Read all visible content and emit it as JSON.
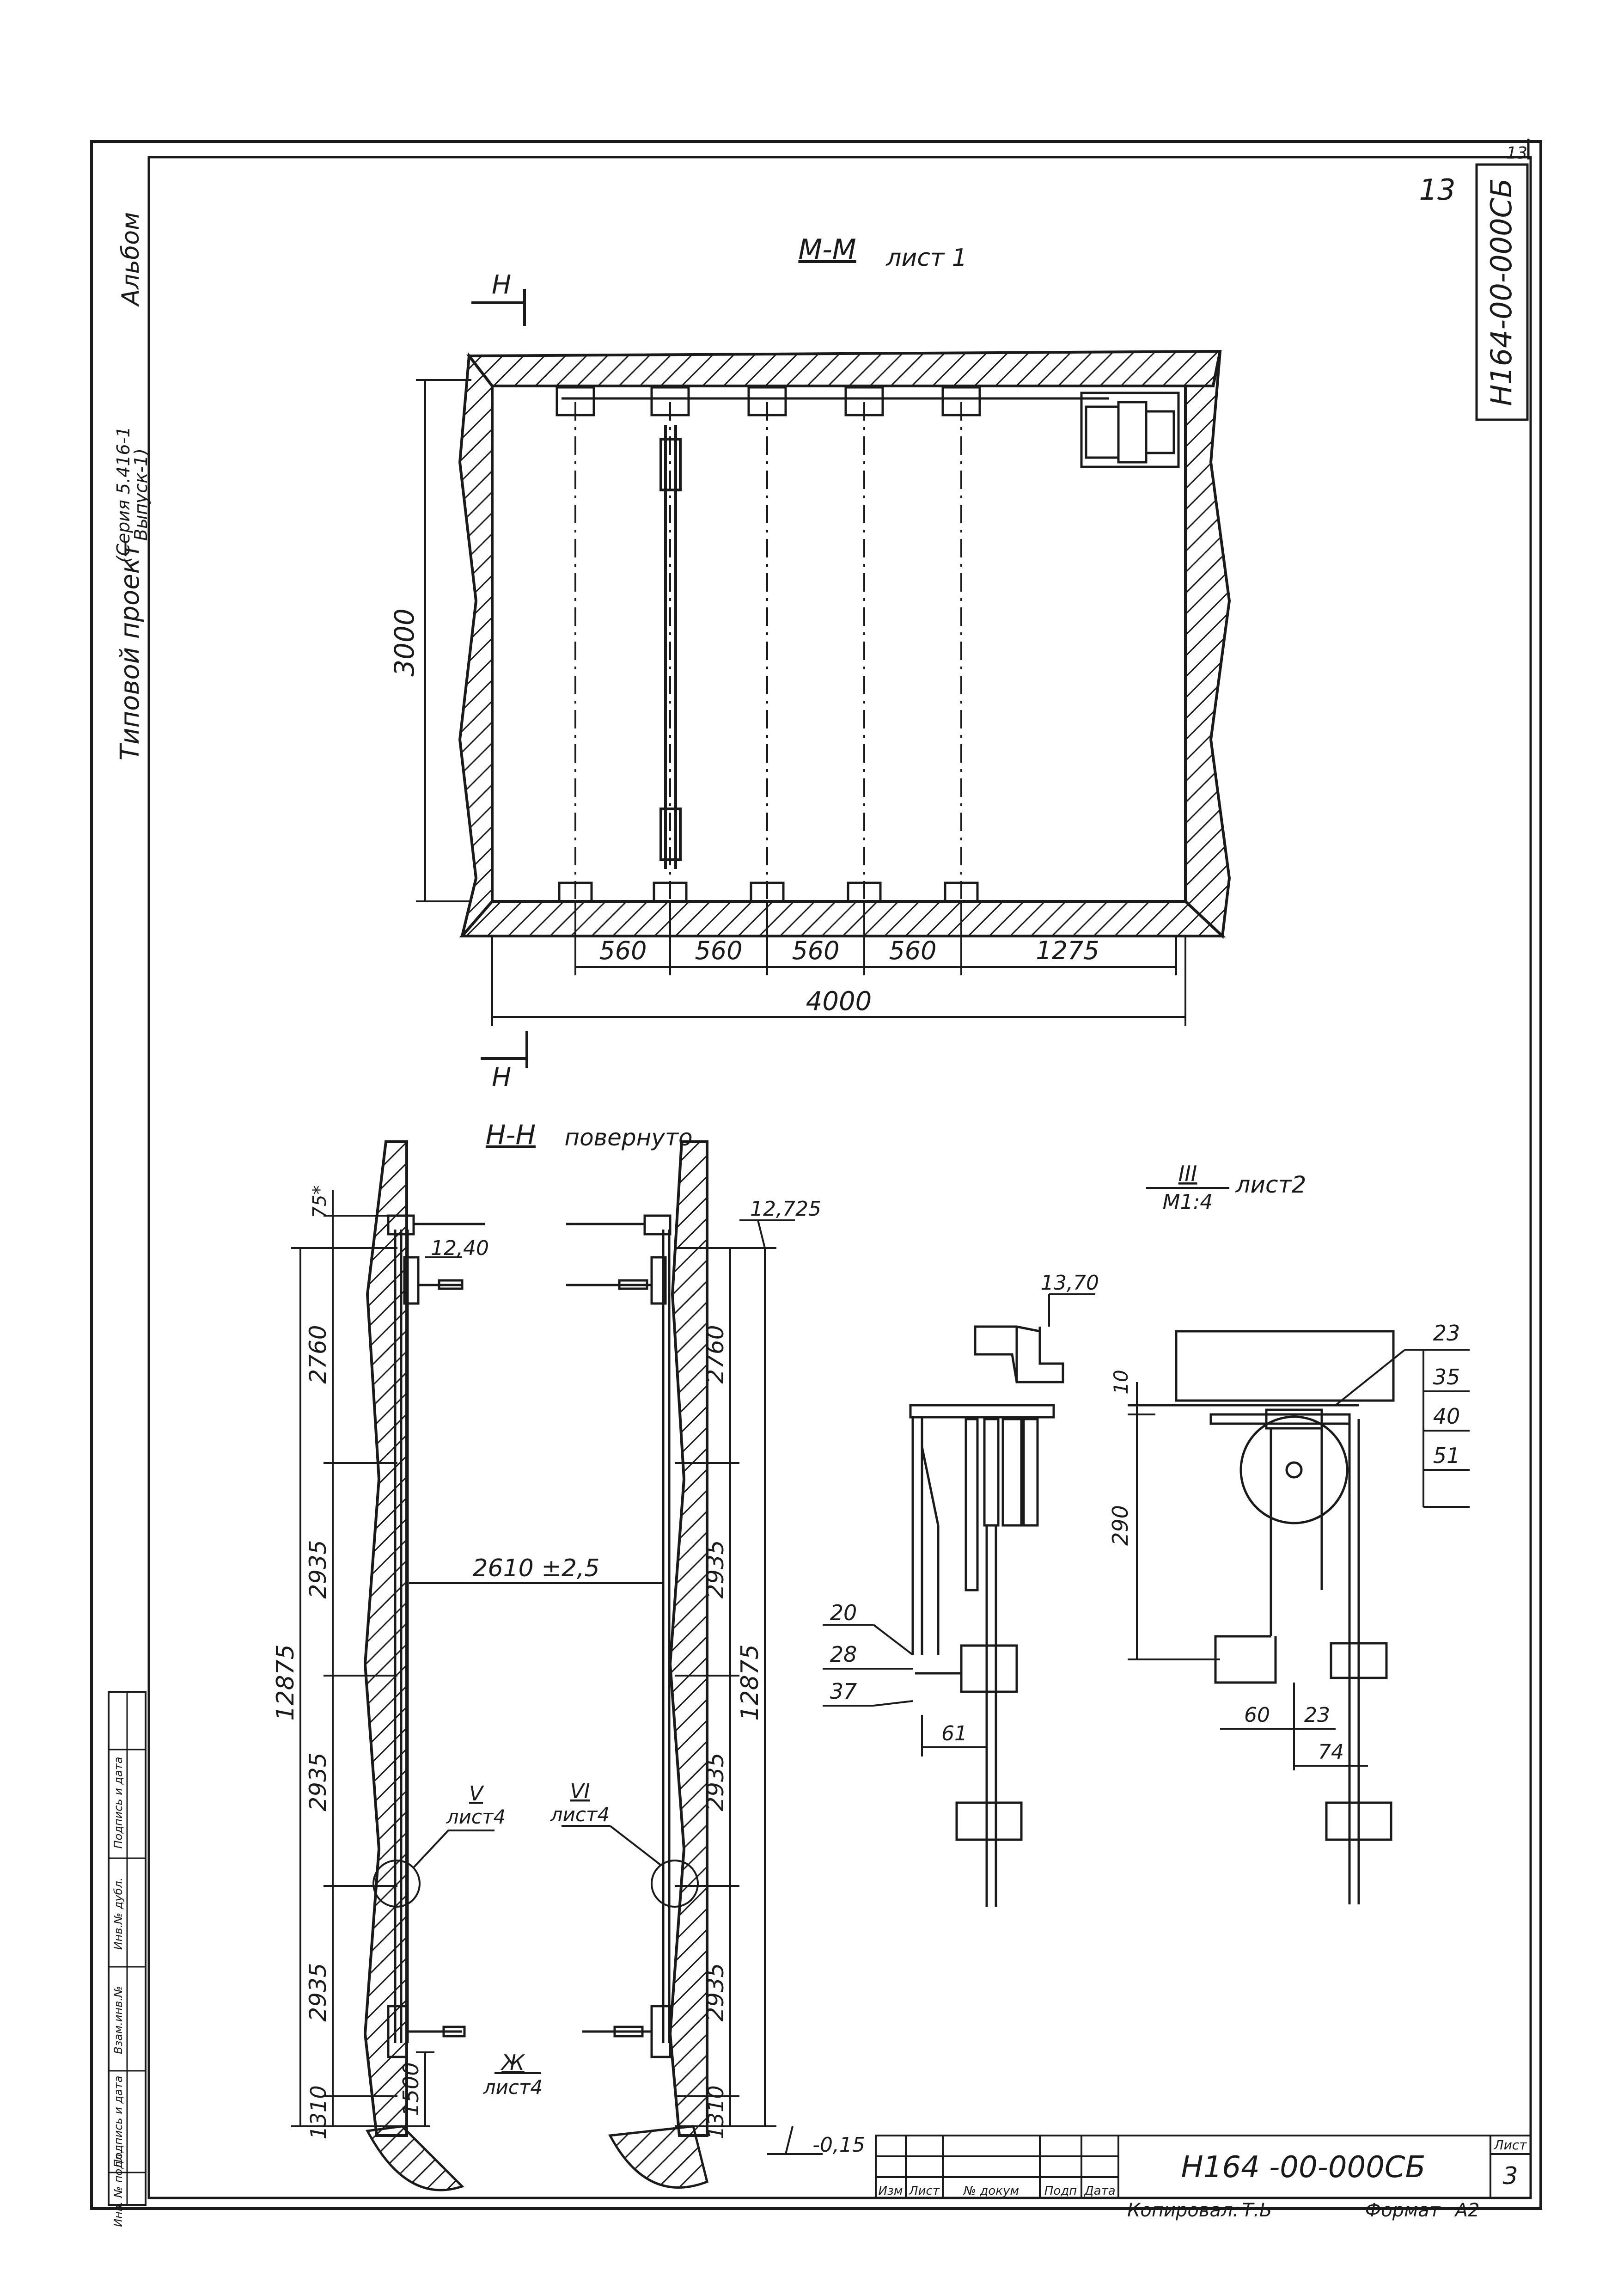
{
  "sheet": {
    "page_number": "13",
    "drawing_number": "Н164-00-000СБ",
    "corner_mark": "13",
    "album_label": "Альбом",
    "project_label": "Типовой проект",
    "series_label": "(Серия 5.416-1",
    "issue_label": "Выпуск-1)"
  },
  "section_mm": {
    "title": "М-М",
    "subtitle": "лист 1",
    "cut_label": "Н",
    "dim_height": "3000",
    "dims_bottom": [
      "560",
      "560",
      "560",
      "560",
      "1275"
    ],
    "dim_total": "4000"
  },
  "section_nn": {
    "title": "Н-Н",
    "subtitle": "повернуто",
    "dim_left_top": "75*",
    "elev_1240": "12,40",
    "elev_12725": "12,725",
    "dim_2760_left": "2760",
    "dim_2760_right": "2760",
    "dim_2935": [
      "2935",
      "2935",
      "2935"
    ],
    "dim_2935_right": [
      "2935",
      "2935",
      "2935"
    ],
    "span_label": "2610 ±2,5",
    "dim_12875_left": "12875",
    "dim_12875_right": "12875",
    "dim_1310_left": "1310",
    "dim_1310_right": "1310",
    "dim_1500": "1500",
    "callout_v": "V",
    "callout_v_sheet": "лист4",
    "callout_vi": "VI",
    "callout_vi_sheet": "лист4",
    "callout_zh": "Ж",
    "callout_zh_sheet": "лист4",
    "elev_bottom": "-0,15"
  },
  "detail_iii": {
    "title": "III",
    "scale": "М1:4",
    "sheet": "лист2",
    "elev": "13,70",
    "labels_left": [
      "20",
      "28",
      "37"
    ],
    "dim_61": "61",
    "dim_10": "10",
    "dim_290": "290",
    "dim_60": "60",
    "dim_23": "23",
    "dim_74": "74",
    "labels_right": [
      "23",
      "35",
      "40",
      "51"
    ]
  },
  "title_block": {
    "drawing_number": "Н164 -00-000СБ",
    "sheet_label": "Лист",
    "sheet_number": "3",
    "col_headers": [
      "Изм",
      "Лист",
      "№ докум",
      "Подп",
      "Дата"
    ],
    "copied_label": "Копировал:",
    "copied_by": "Т.Ь",
    "format_label": "Формат",
    "format_value": "А2"
  },
  "left_strip": [
    "Инв. № подл.",
    "Подпись и дата",
    "Взам.инв.№",
    "Инв.№ дубл.",
    "Подпись и дата"
  ]
}
